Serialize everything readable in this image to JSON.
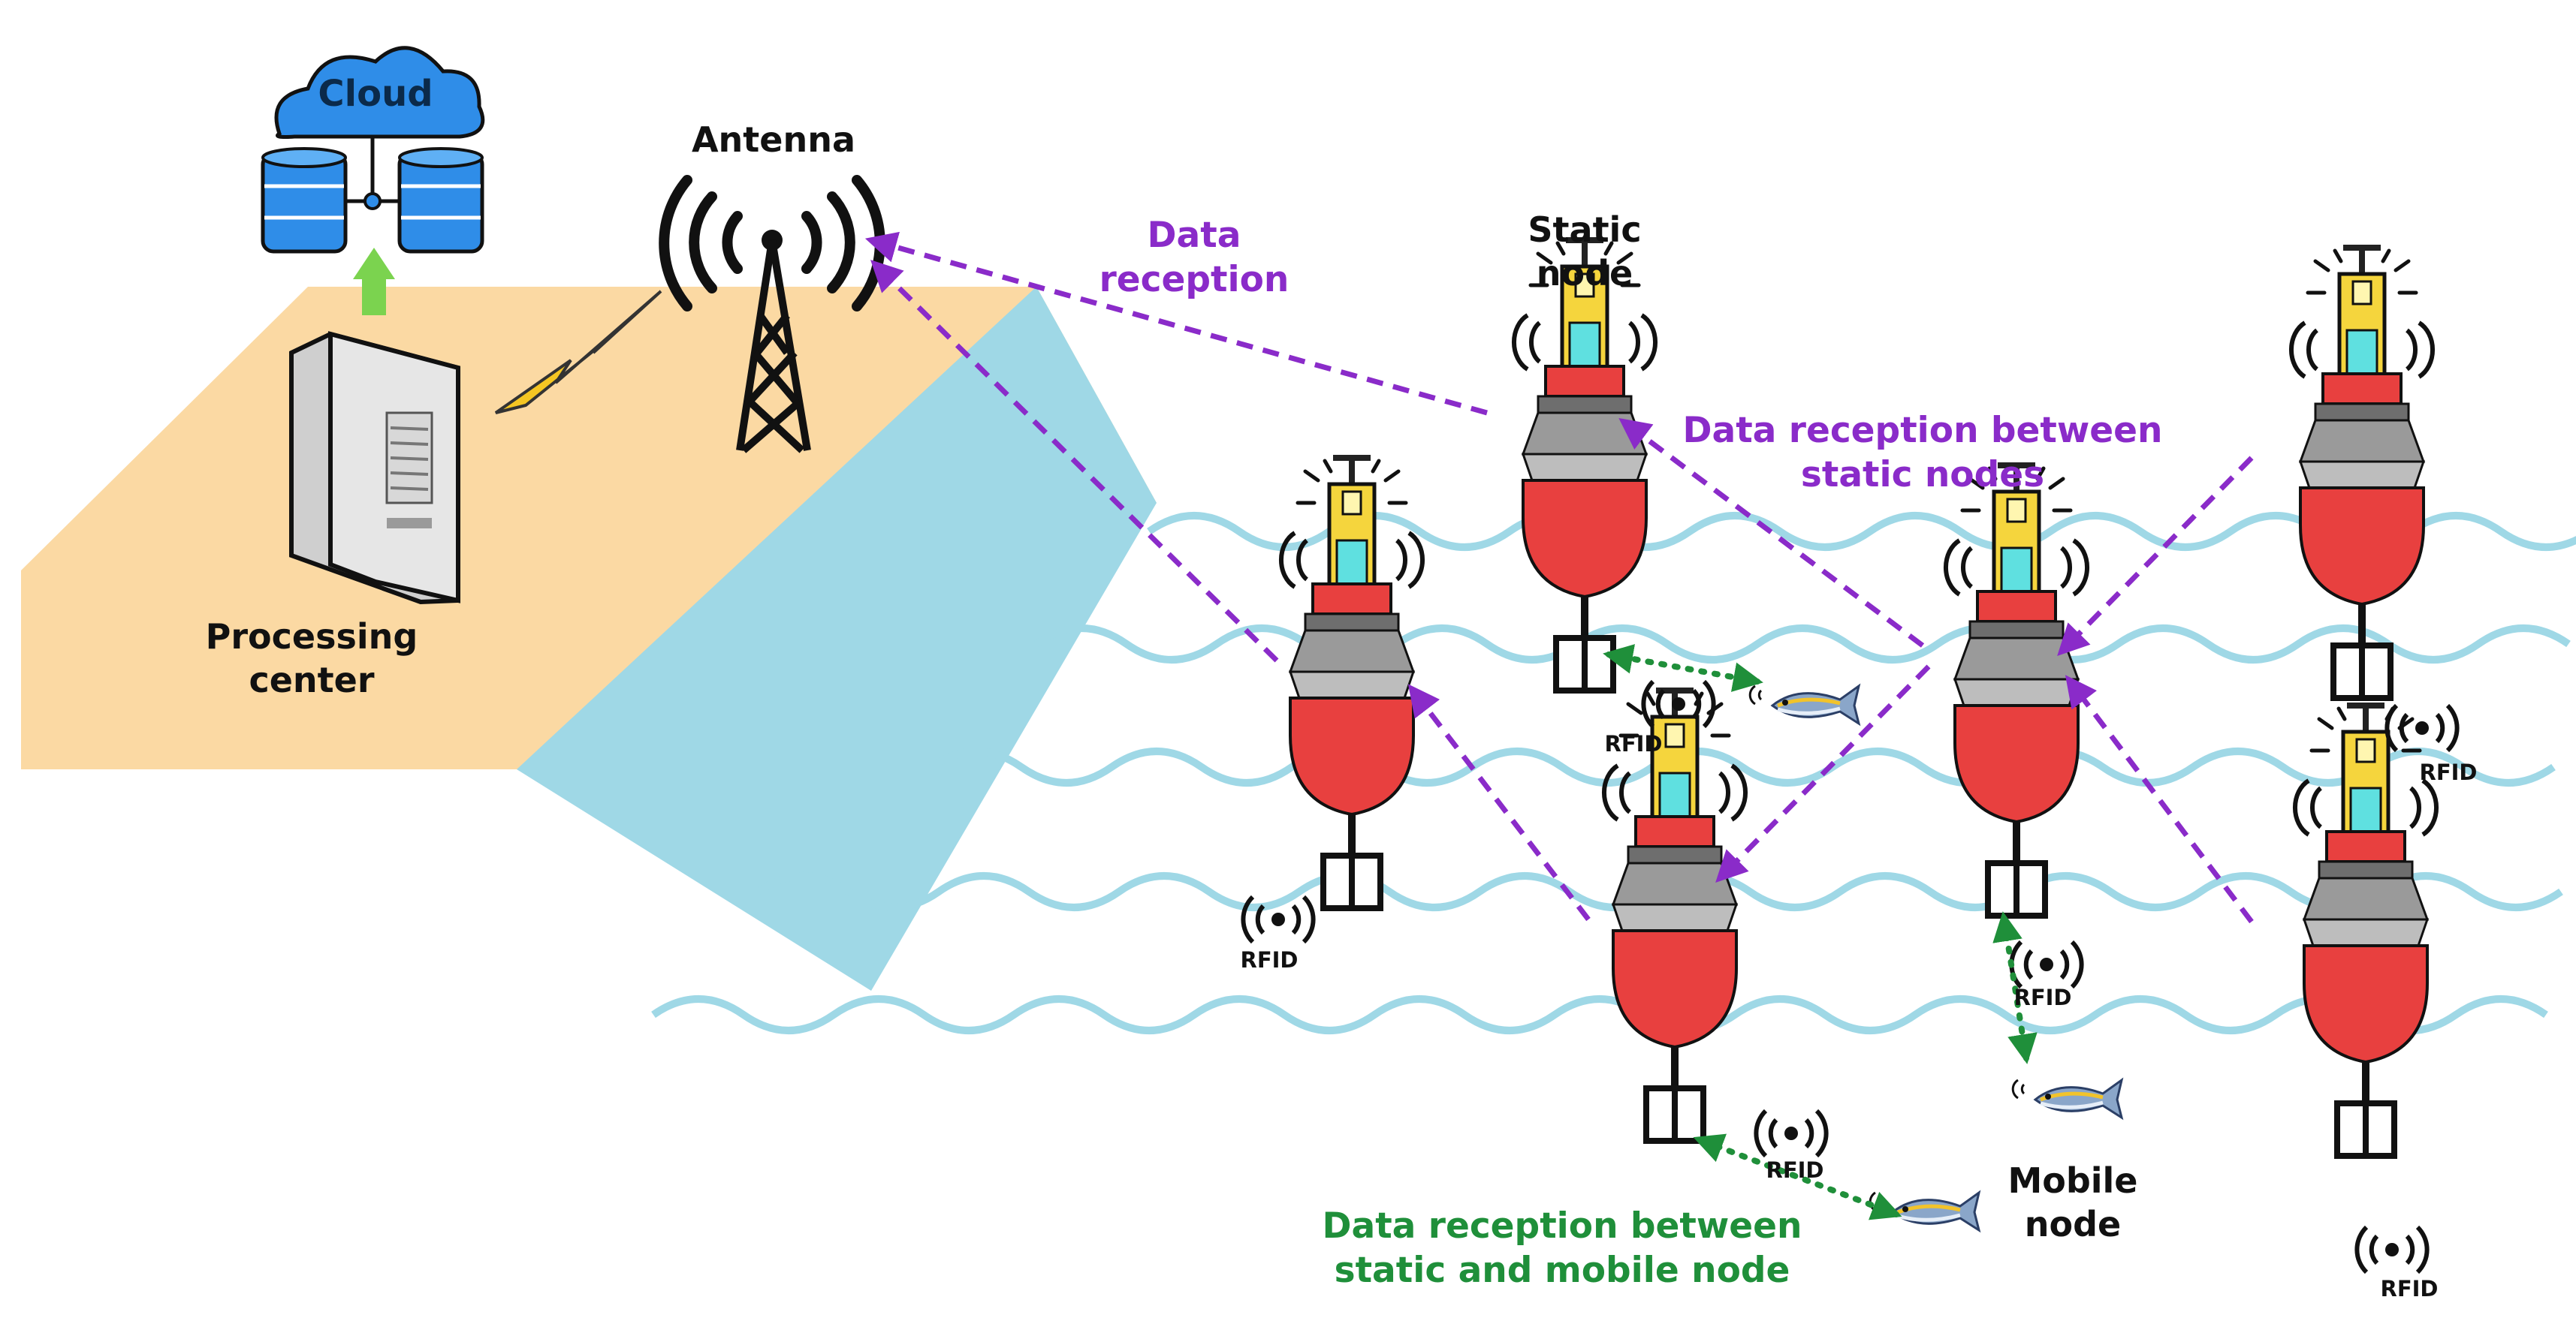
{
  "labels": {
    "cloud": "Cloud",
    "antenna": "Antenna",
    "processing_center": "Processing center",
    "static_node": "Static node",
    "mobile_node": "Mobile node",
    "data_reception": "Data reception",
    "between_static": "Data reception between static nodes",
    "between_static_mobile": "Data reception between static and mobile node",
    "rfid": "RFID"
  },
  "colors": {
    "land": "#fbd9a3",
    "water_slope": "#9fd8e6",
    "waves": "#9fd8e6",
    "cloud": "#2f8de8",
    "database": "#2f8de8",
    "up_arrow": "#7bd34f",
    "lightning": "#f5c623",
    "buoy_red": "#e8403f",
    "buoy_grey": "#9a9a9a",
    "buoy_yellow": "#f5d53d",
    "buoy_cyan": "#5fe0e0",
    "static_link": "#8a2bc9",
    "mobile_link": "#1f8f3a"
  },
  "icons": [
    "cloud-icon",
    "database-icon",
    "server-icon",
    "lightning-icon",
    "antenna-tower-icon",
    "buoy-icon",
    "fish-icon",
    "rfid-signal-icon"
  ]
}
